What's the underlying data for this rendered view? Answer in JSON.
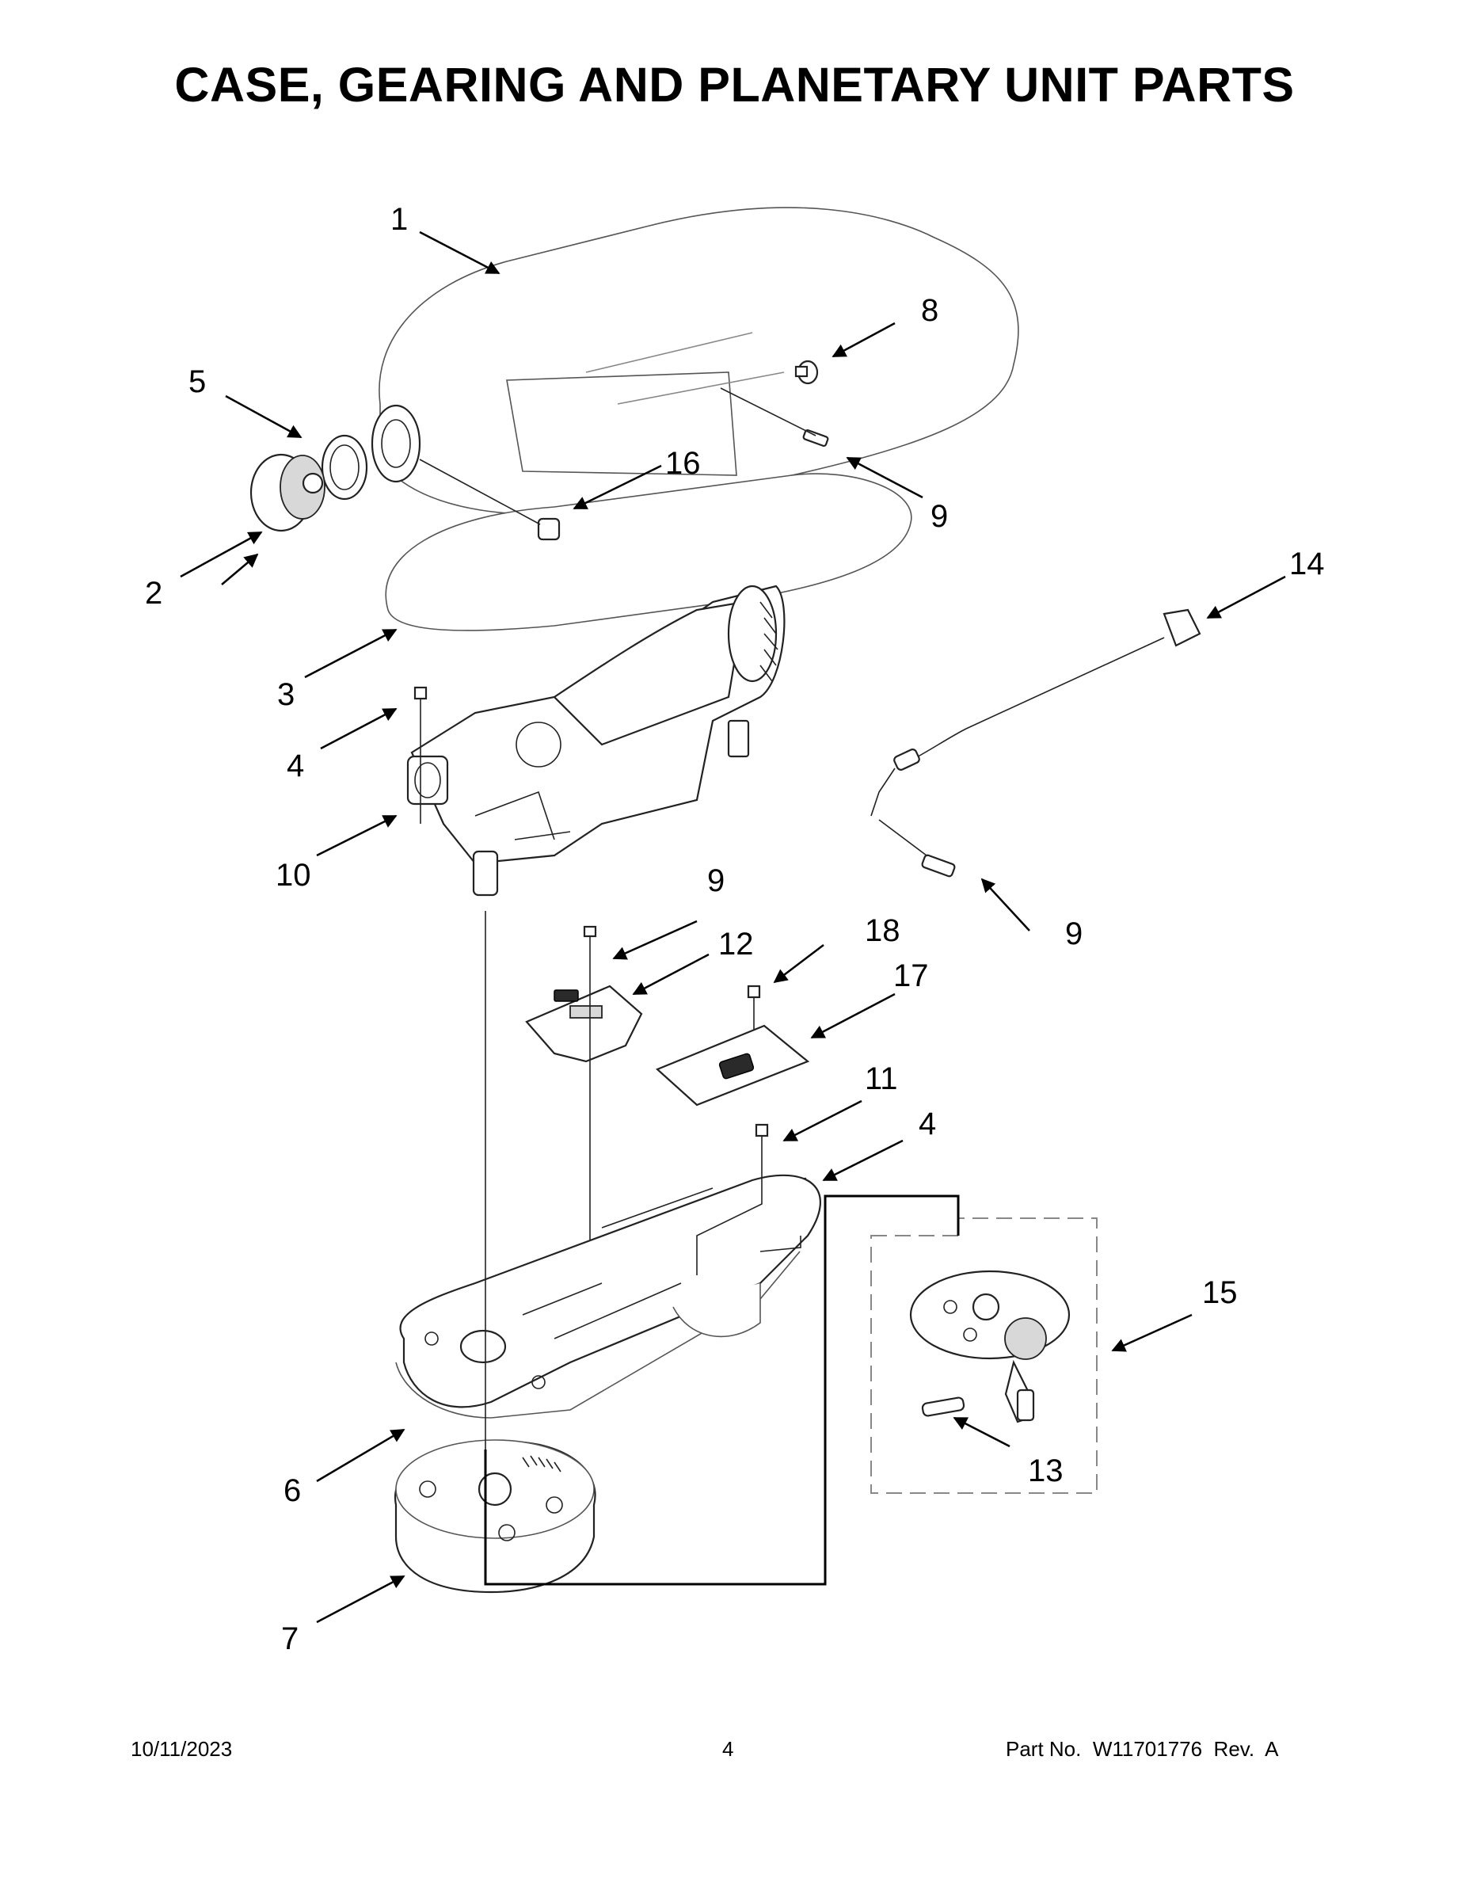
{
  "title": "CASE, GEARING AND PLANETARY UNIT PARTS",
  "callouts": [
    "1",
    "2",
    "3",
    "4",
    "4",
    "5",
    "6",
    "7",
    "8",
    "9",
    "9",
    "9",
    "10",
    "11",
    "12",
    "13",
    "14",
    "15",
    "16",
    "17",
    "18"
  ],
  "footer": {
    "date": "10/11/2023",
    "page": "4",
    "part": "Part No.  W11701776  Rev.  A"
  }
}
